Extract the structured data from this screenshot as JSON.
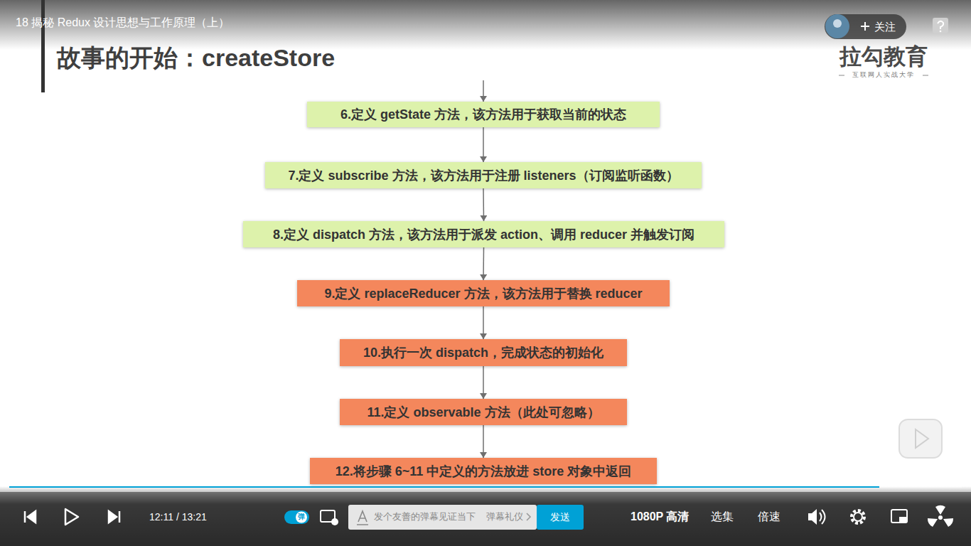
{
  "diagram": {
    "title": "故事的开始：createStore",
    "nodes": [
      {
        "text": [
          "6.定义 getState 方法，该方法用于获取当前的状态"
        ]
      },
      {
        "text": [
          "7.定义 subscribe 方法，该方法用于注册 listeners（订阅监听函数）"
        ]
      },
      {
        "text": [
          "8.定义 dispatch 方法，该方法用于派发 action、调用 reducer 并触发订阅"
        ]
      },
      {
        "text": [
          "9.定义 replaceReducer 方法，该方法用于替换 reducer"
        ]
      },
      {
        "text": [
          "10.执行一次 dispatch，完成状态的初始化"
        ]
      },
      {
        "text": [
          "11.定义 observable 方法（此处可忽略）"
        ]
      },
      {
        "text": [
          "12.将步骤 6~11 中定义的方法放进 store 对象中返回"
        ]
      }
    ],
    "edges": [
      {
        "from": 0,
        "to": 1,
        "arrow": "to"
      },
      {
        "from": 1,
        "to": 2,
        "arrow": "to"
      },
      {
        "from": 2,
        "to": 3,
        "arrow": "to"
      },
      {
        "from": 3,
        "to": 4,
        "arrow": "to"
      },
      {
        "from": 4,
        "to": 5,
        "arrow": "to"
      },
      {
        "from": 5,
        "to": 6,
        "arrow": "to"
      }
    ],
    "labels": [
      "18 揭秘 Redux 设计思想与工作原理（上）",
      "关注",
      "拉勾教育",
      "互联网人实战大学",
      "12:11 / 13:21",
      "弹",
      "发个友善的弹幕见证当下",
      "弹幕礼仪",
      "发送",
      "1080P 高清",
      "选集",
      "倍速"
    ]
  }
}
